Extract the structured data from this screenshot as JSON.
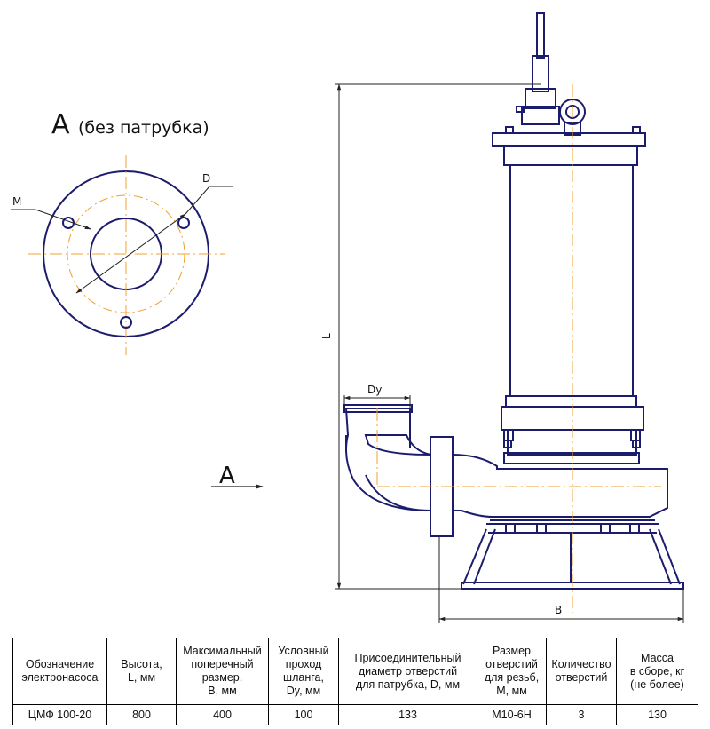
{
  "drawing": {
    "view_title": "А",
    "view_title_note": "(без патрубка)",
    "view_arrow_label": "А",
    "label_m": "M",
    "label_d": "D",
    "label_dy": "Dy",
    "label_l": "L",
    "label_b": "B",
    "colors": {
      "outline": "#1c1c6e",
      "centerline": "#f0a030",
      "dimension": "#222222"
    }
  },
  "table": {
    "headers": [
      [
        "Обозначение",
        "электронасоса"
      ],
      [
        "Высота,",
        "L, мм"
      ],
      [
        "Максимальный",
        "поперечный",
        "размер,",
        "B, мм"
      ],
      [
        "Условный",
        "проход",
        "шланга,",
        "Dy, мм"
      ],
      [
        "Присоединительный",
        "диаметр отверстий",
        "для патрубка, D, мм"
      ],
      [
        "Размер",
        "отверстий",
        "для резьб,",
        "M, мм"
      ],
      [
        "Количество",
        "отверстий"
      ],
      [
        "Масса",
        "в сборе, кг",
        "(не более)"
      ]
    ],
    "row": [
      "ЦМФ 100-20",
      "800",
      "400",
      "100",
      "133",
      "М10-6Н",
      "3",
      "130"
    ]
  }
}
